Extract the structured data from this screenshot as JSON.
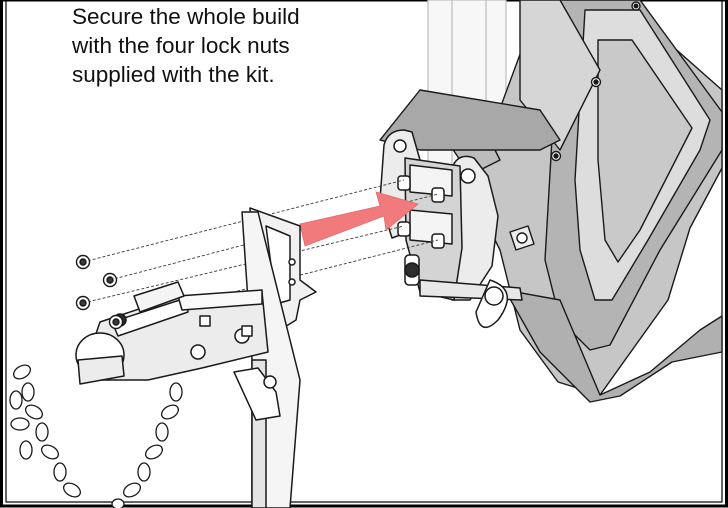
{
  "instruction": {
    "lines": [
      "Secure the whole build",
      "with the four lock nuts",
      "supplied with the kit."
    ]
  },
  "colors": {
    "frame": "#000000",
    "arrow": "#f07a7c",
    "rack_fill": "#c6c6c6",
    "rack_dark": "#9a9a9a",
    "metal_light": "#ececec",
    "line": "#1a1a1a"
  },
  "parts": {
    "lock_nut_count": 4
  }
}
